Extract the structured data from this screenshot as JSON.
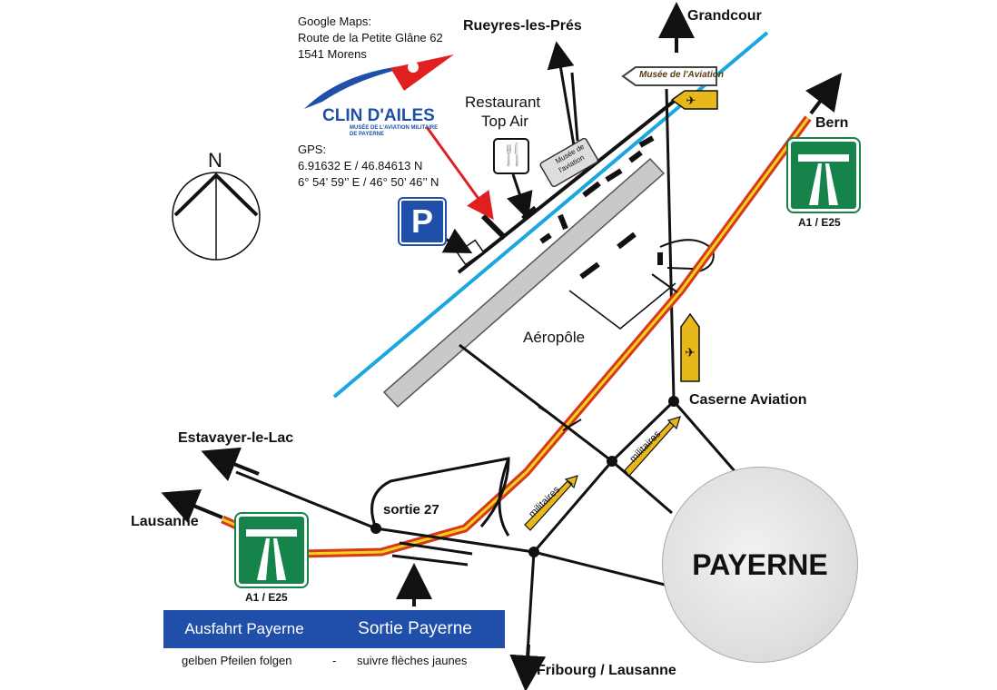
{
  "info": {
    "google_maps_title": "Google Maps:",
    "address_street": "Route de la Petite Glâne 62",
    "address_city": "1541 Morens",
    "gps_title": "GPS:",
    "gps_decimal": "6.91632 E / 46.84613 N",
    "gps_dms": "6° 54’ 59’’ E / 46° 50’ 46’’ N"
  },
  "logo": {
    "name": "CLIN D'AILES",
    "subtitle_line1": "MUSÉE DE L'AVIATION MILITAIRE",
    "subtitle_line2": "DE PAYERNE"
  },
  "compass": {
    "north": "N"
  },
  "places": {
    "rueyres": "Rueyres-les-Prés",
    "grandcour": "Grandcour",
    "bern": "Bern",
    "estavayer": "Estavayer-le-Lac",
    "lausanne": "Lausanne",
    "fribourg": "Fribourg / Lausanne",
    "caserne": "Caserne Aviation",
    "aeropole": "Aéropôle",
    "payerne": "PAYERNE",
    "sortie": "sortie 27"
  },
  "restaurant": {
    "line1": "Restaurant",
    "line2": "Top Air"
  },
  "signs": {
    "musee_sign": "Musée de l'Aviation",
    "musee_small_line1": "Musée de",
    "musee_small_line2": "l'aviation",
    "militaires": "militaires",
    "highway_label": "A1 / E25",
    "parking": "P"
  },
  "banner": {
    "de": "Ausfahrt Payerne",
    "fr": "Sortie Payerne",
    "de_sub": "gelben Pfeilen folgen",
    "separator": "-",
    "fr_sub": "suivre flèches jaunes"
  },
  "colors": {
    "highway_yellow": "#f5d21a",
    "highway_red": "#d63a1e",
    "rail_blue": "#1aa7e0",
    "sign_green": "#15834a",
    "sign_blue": "#1f4fa8",
    "arrow_yellow": "#e8b81a"
  }
}
